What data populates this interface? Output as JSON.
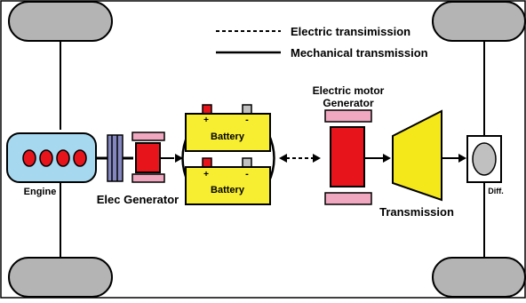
{
  "legend": {
    "electric": "Electric transimission",
    "mechanical": "Mechanical transmission"
  },
  "labels": {
    "engine": "Engine",
    "elec_generator": "Elec Generator",
    "battery_top": "Battery",
    "battery_bottom": "Battery",
    "motor_line1": "Electric motor",
    "motor_line2": "Generator",
    "transmission": "Transmission",
    "diff": "Diff."
  },
  "terminals": {
    "plus": "+",
    "minus": "-"
  },
  "colors": {
    "wheel": "#b4b4b4",
    "engine_body": "#a6d8f0",
    "cylinder": "#e8141c",
    "clutch": "#8486c0",
    "generator": "#e8141c",
    "pink_pad": "#f0a8c0",
    "battery": "#f7ee32",
    "terminal_plus": "#e8141c",
    "terminal_minus": "#c0c0c0",
    "motor": "#e8141c",
    "transmission": "#f5e81a",
    "diff_fill": "#c0c0c0"
  }
}
